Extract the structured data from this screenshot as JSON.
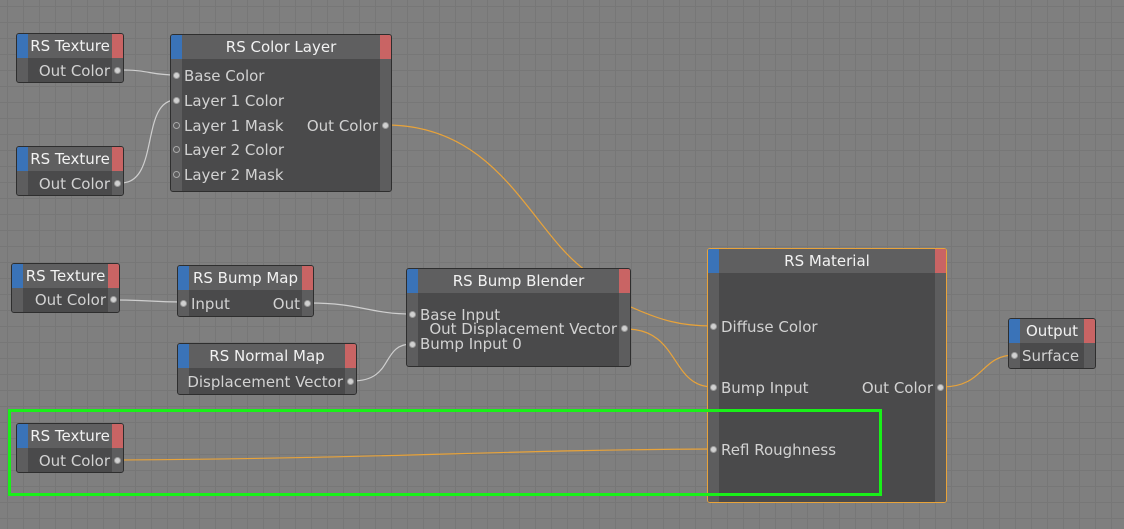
{
  "canvas": {
    "background": "#7f7f7f",
    "grid_color": "#777777",
    "wire_color_active": "#e8a33a",
    "wire_color_inactive": "#cfcfcf"
  },
  "nodes": {
    "texture1": {
      "title": "RS Texture",
      "outputs": [
        "Out Color"
      ]
    },
    "texture2": {
      "title": "RS Texture",
      "outputs": [
        "Out Color"
      ]
    },
    "texture3": {
      "title": "RS Texture",
      "outputs": [
        "Out Color"
      ]
    },
    "texture4": {
      "title": "RS Texture",
      "outputs": [
        "Out Color"
      ]
    },
    "color_layer": {
      "title": "RS Color Layer",
      "inputs": [
        "Base Color",
        "Layer 1 Color",
        "Layer 1 Mask",
        "Layer 2 Color",
        "Layer 2 Mask"
      ],
      "outputs": [
        "Out Color"
      ]
    },
    "bump_map": {
      "title": "RS Bump Map",
      "inputs": [
        "Input"
      ],
      "outputs": [
        "Out"
      ]
    },
    "normal_map": {
      "title": "RS Normal Map",
      "outputs": [
        "Displacement Vector"
      ]
    },
    "bump_blender": {
      "title": "RS Bump Blender",
      "inputs": [
        "Base Input",
        "Bump Input 0"
      ],
      "outputs": [
        "Out Displacement Vector"
      ]
    },
    "material": {
      "title": "RS Material",
      "inputs": [
        "Diffuse Color",
        "Bump Input",
        "Refl Roughness"
      ],
      "outputs": [
        "Out Color"
      ]
    },
    "output": {
      "title": "Output",
      "inputs": [
        "Surface"
      ]
    }
  },
  "highlight": {
    "color": "#19f019",
    "label": "selection-highlight"
  },
  "accent": {
    "blue": "#3a73b8",
    "red": "#c96464",
    "selected_border": "#e8a33a"
  }
}
